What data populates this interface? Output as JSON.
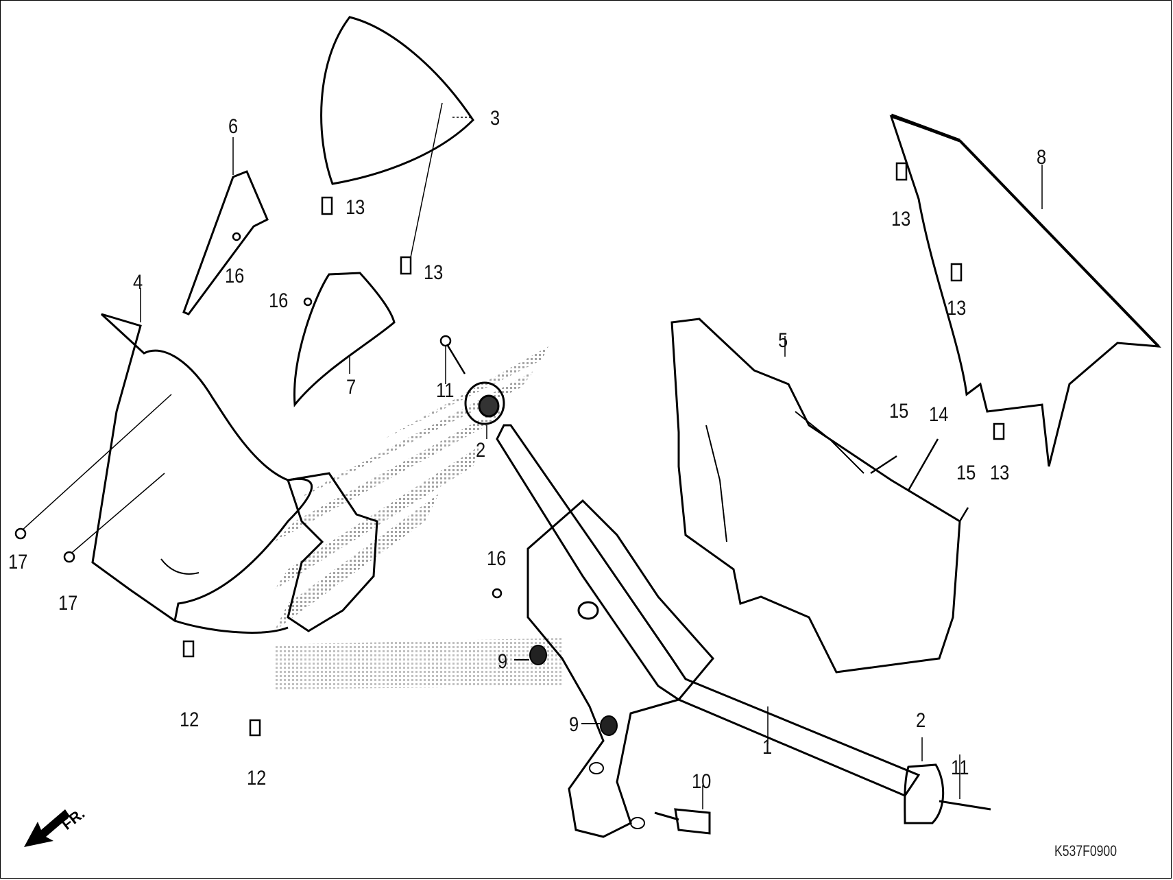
{
  "diagram": {
    "type": "exploded-parts-diagram",
    "subject": "Handlebar and front cover assembly",
    "diagram_code": "K537F0900",
    "front_indicator": "FR.",
    "watermark": "HONDA wing logo (halftone)",
    "colors": {
      "line": "#000000",
      "background": "#ffffff",
      "halftone": "#9a9a9a"
    }
  },
  "callouts": [
    {
      "id": "c1",
      "label": "1",
      "part": "handlebar"
    },
    {
      "id": "c2a",
      "label": "2",
      "part": "grip end weight (left)"
    },
    {
      "id": "c2b",
      "label": "2",
      "part": "grip end weight (right)"
    },
    {
      "id": "c3",
      "label": "3",
      "part": "windscreen"
    },
    {
      "id": "c4",
      "label": "4",
      "part": "front handlebar cover"
    },
    {
      "id": "c5",
      "label": "5",
      "part": "rear handlebar cover"
    },
    {
      "id": "c6",
      "label": "6",
      "part": "cover trim (left)"
    },
    {
      "id": "c7",
      "label": "7",
      "part": "cover trim (right)"
    },
    {
      "id": "c8",
      "label": "8",
      "part": "meter visor panel"
    },
    {
      "id": "c9a",
      "label": "9",
      "part": "nut"
    },
    {
      "id": "c9b",
      "label": "9",
      "part": "nut"
    },
    {
      "id": "c10",
      "label": "10",
      "part": "bolt"
    },
    {
      "id": "c11a",
      "label": "11",
      "part": "screw (left)"
    },
    {
      "id": "c11b",
      "label": "11",
      "part": "screw (right)"
    },
    {
      "id": "c12a",
      "label": "12",
      "part": "clip"
    },
    {
      "id": "c12b",
      "label": "12",
      "part": "clip"
    },
    {
      "id": "c13a",
      "label": "13",
      "part": "clip nut"
    },
    {
      "id": "c13b",
      "label": "13",
      "part": "clip nut"
    },
    {
      "id": "c13c",
      "label": "13",
      "part": "clip nut"
    },
    {
      "id": "c13d",
      "label": "13",
      "part": "clip nut"
    },
    {
      "id": "c13e",
      "label": "13",
      "part": "clip nut"
    },
    {
      "id": "c14",
      "label": "14",
      "part": "screw"
    },
    {
      "id": "c15a",
      "label": "15",
      "part": "screw"
    },
    {
      "id": "c15b",
      "label": "15",
      "part": "screw"
    },
    {
      "id": "c16a",
      "label": "16",
      "part": "screw"
    },
    {
      "id": "c16b",
      "label": "16",
      "part": "screw"
    },
    {
      "id": "c16c",
      "label": "16",
      "part": "screw"
    },
    {
      "id": "c17a",
      "label": "17",
      "part": "screw"
    },
    {
      "id": "c17b",
      "label": "17",
      "part": "screw"
    }
  ]
}
